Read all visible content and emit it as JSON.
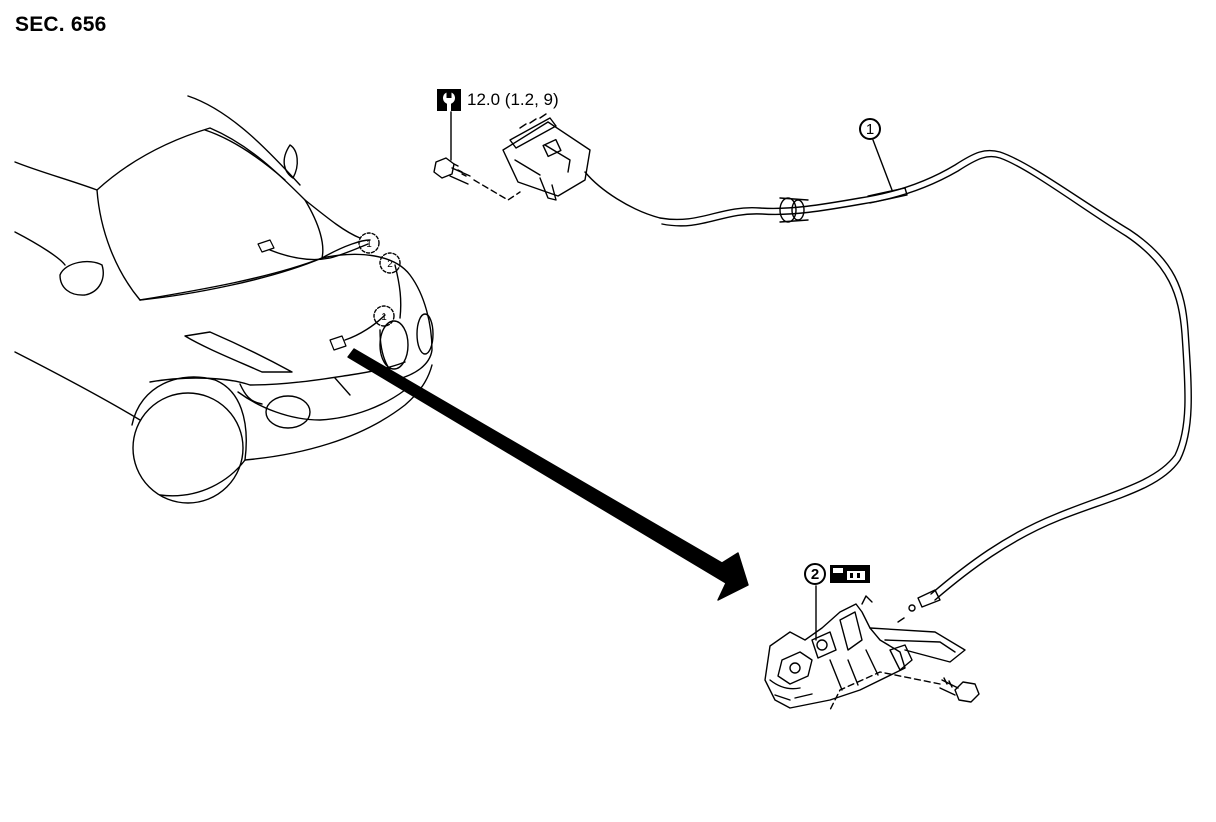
{
  "section": {
    "label": "SEC. 656"
  },
  "torque": {
    "icon": "torque-wrench-icon",
    "value": "12.0 (1.2, 9)"
  },
  "callouts": [
    {
      "number": "1",
      "part": "hood-lock-control-cable"
    },
    {
      "number": "2",
      "part": "hood-lock"
    }
  ],
  "small_callouts": [
    "1",
    "2",
    "1"
  ],
  "symbols": {
    "lubrication": "grease-lubrication-icon"
  }
}
